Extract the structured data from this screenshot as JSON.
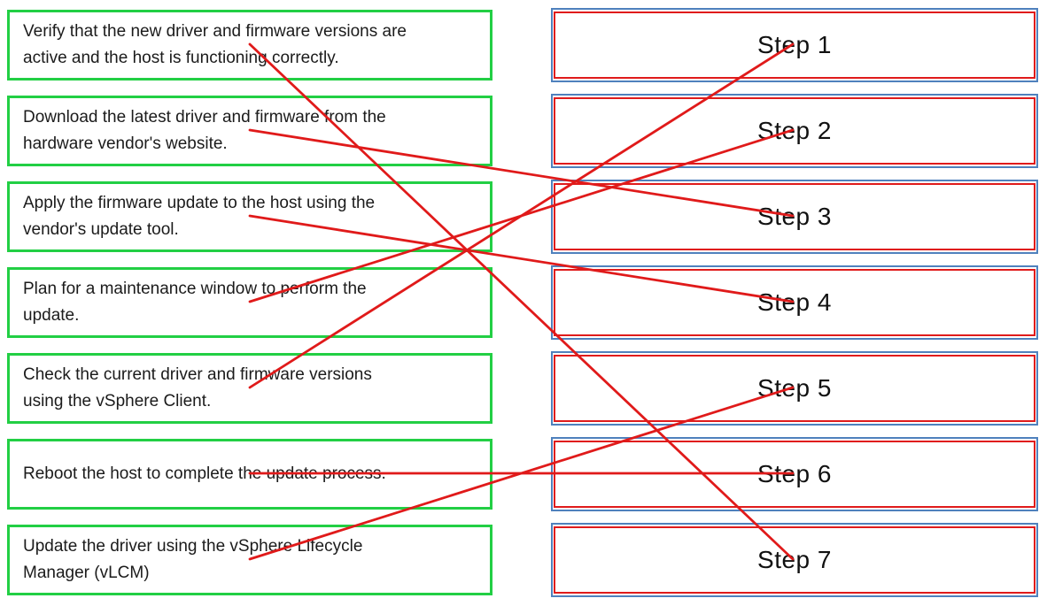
{
  "colors": {
    "item_border": "#22cf44",
    "step_border": "#e01b1b",
    "step_outline": "#4f81bd",
    "connector": "#e01a1a",
    "text": "#1b1b1b"
  },
  "left_items": [
    {
      "text": "Verify that the new driver and firmware versions are active and the host is functioning correctly."
    },
    {
      "text": "Download the latest driver and firmware from the hardware vendor's website."
    },
    {
      "text": "Apply the firmware update to the host using the vendor's update tool."
    },
    {
      "text": "Plan for a maintenance window to perform the update."
    },
    {
      "text": "Check the current driver and firmware versions using the vSphere Client."
    },
    {
      "text": "Reboot the host to complete the update process."
    },
    {
      "text": "Update the driver using the vSphere Lifecycle Manager (vLCM)"
    }
  ],
  "steps": [
    {
      "label": "Step 1"
    },
    {
      "label": "Step 2"
    },
    {
      "label": "Step 3"
    },
    {
      "label": "Step 4"
    },
    {
      "label": "Step 5"
    },
    {
      "label": "Step 6"
    },
    {
      "label": "Step 7"
    }
  ],
  "connections": [
    {
      "item": 1,
      "step": 7
    },
    {
      "item": 2,
      "step": 3
    },
    {
      "item": 3,
      "step": 4
    },
    {
      "item": 4,
      "step": 2
    },
    {
      "item": 5,
      "step": 1
    },
    {
      "item": 6,
      "step": 6
    },
    {
      "item": 7,
      "step": 5
    }
  ]
}
